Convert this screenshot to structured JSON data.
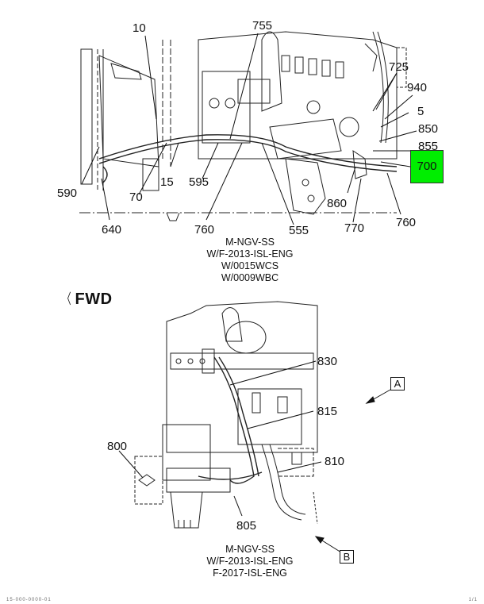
{
  "diagram": {
    "title": "Engine / fuel line parts illustration",
    "top_view": {
      "callouts": [
        "10",
        "755",
        "725",
        "940",
        "5",
        "850",
        "855",
        "700",
        "590",
        "70",
        "15",
        "595",
        "640",
        "760",
        "555",
        "860",
        "770",
        "760"
      ],
      "highlighted_callout": "700",
      "highlight_color": "#00ee00",
      "caption_lines": [
        "M-NGV-SS",
        "W/F-2013-ISL-ENG",
        "W/0015WCS",
        "W/0009WBC"
      ]
    },
    "direction_indicator": {
      "label": "FWD",
      "icon": "forward-arrow-icon"
    },
    "bottom_view": {
      "callouts": [
        "830",
        "815",
        "810",
        "800",
        "805"
      ],
      "view_markers": [
        "A",
        "B"
      ],
      "caption_lines": [
        "M-NGV-SS",
        "W/F-2013-ISL-ENG",
        "F-2017-ISL-ENG"
      ]
    },
    "footer": {
      "left": "15-000-0000-01",
      "right": "1/1"
    }
  }
}
